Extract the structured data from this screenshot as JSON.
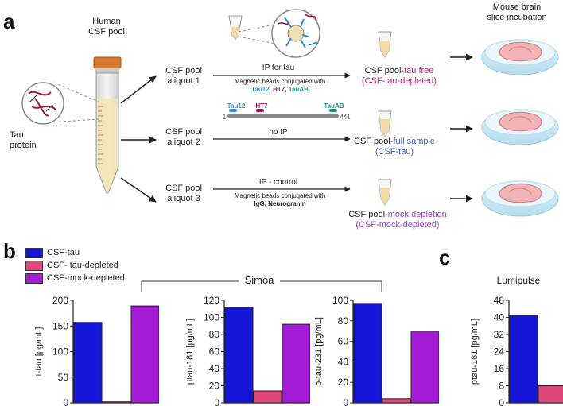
{
  "panels": {
    "a": "a",
    "b": "b",
    "c": "c"
  },
  "top": {
    "human_csf_pool": [
      "Human",
      "CSF pool"
    ],
    "tau_protein": [
      "Tau",
      "protein"
    ],
    "mouse_brain": [
      "Mouse brain",
      "slice incubation"
    ],
    "aliquots": [
      {
        "line1": "CSF pool",
        "line2": "aliquot 1"
      },
      {
        "line1": "CSF pool",
        "line2": "aliquot 2"
      },
      {
        "line1": "CSF pool",
        "line2": "aliquot 3"
      }
    ],
    "arrow1": {
      "label": "IP for tau",
      "beads_line": "Magnetic beads conjugated with",
      "antibodies": {
        "tau12": "Tau12",
        "sep1": ", ",
        "ht7": "HT7",
        "sep2": ", ",
        "tauab": "TauAB"
      }
    },
    "tau_map": {
      "tau12": "Tau12",
      "ht7": "HT7",
      "tauab": "TauAB",
      "start": "1",
      "end": "441"
    },
    "arrow2": {
      "label": "no IP"
    },
    "arrow3": {
      "label": "IP - control",
      "beads_line": "Magnetic beads conjugated with",
      "antibodies": "IgG, Neurogranin"
    },
    "results": [
      {
        "prefix": "CSF pool-",
        "suffix": "tau free",
        "line2": "(CSF-tau-depleted)",
        "color": "#b0306a"
      },
      {
        "prefix": "CSF pool-",
        "suffix": "full sample",
        "line2": "(CSF-tau)",
        "color": "#3a5fcd"
      },
      {
        "prefix": "CSF pool-",
        "suffix": "mock depletion",
        "line2": "(CSF-mock-depleted)",
        "color": "#9a45c8"
      }
    ]
  },
  "colors": {
    "csf_tau": "#1515d9",
    "csf_tau_depleted": "#e0477a",
    "csf_mock": "#a51cd6",
    "tau12": "#2a8fd8",
    "ht7": "#a0185a",
    "tauab": "#1a9a8a"
  },
  "legend": [
    {
      "label": "CSF-tau",
      "color": "#1515d9"
    },
    {
      "label": "CSF- tau-depleted",
      "color": "#e0477a"
    },
    {
      "label": "CSF-mock-depleted",
      "color": "#a51cd6"
    }
  ],
  "simoa_label": "Simoa",
  "lumipulse_label": "Lumipulse",
  "chart_data": [
    {
      "type": "bar",
      "ylabel": "t-tau [pg/mL]",
      "ylim": [
        0,
        200
      ],
      "ticks": [
        0,
        50,
        100,
        150,
        200
      ],
      "categories": [
        "CSF-tau",
        "CSF- tau-depleted",
        "CSF-mock-depleted"
      ],
      "values": [
        157,
        2,
        189
      ]
    },
    {
      "type": "bar",
      "ylabel": "ptau-181 [pg/mL]",
      "ylim": [
        0,
        120
      ],
      "ticks": [
        0,
        20,
        40,
        60,
        80,
        100,
        120
      ],
      "categories": [
        "CSF-tau",
        "CSF- tau-depleted",
        "CSF-mock-depleted"
      ],
      "values": [
        112,
        14,
        92
      ]
    },
    {
      "type": "bar",
      "ylabel": "p-tau-231 [pg/mL]",
      "ylim": [
        0,
        100
      ],
      "ticks": [
        0,
        20,
        40,
        60,
        80,
        100
      ],
      "categories": [
        "CSF-tau",
        "CSF- tau-depleted",
        "CSF-mock-depleted"
      ],
      "values": [
        97,
        4,
        70
      ]
    },
    {
      "type": "bar",
      "ylabel": "ptau-181 [pg/mL]",
      "ylim": [
        0,
        48
      ],
      "ticks": [
        0,
        8,
        16,
        24,
        32,
        40,
        48
      ],
      "categories": [
        "CSF-tau",
        "CSF- tau-depleted"
      ],
      "values": [
        41,
        8
      ]
    }
  ]
}
